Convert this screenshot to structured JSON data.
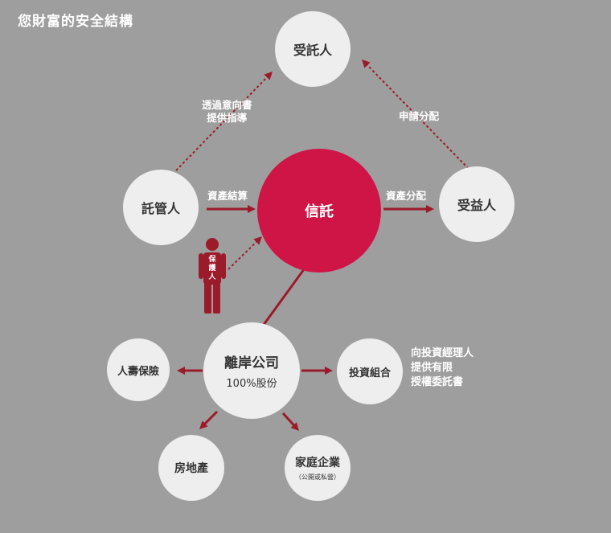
{
  "title": "您財富的安全結構",
  "colors": {
    "background": "#9e9e9e",
    "node_light": "#eeeeee",
    "trust": "#cf1545",
    "arrow": "#9b1b2a"
  },
  "nodes": {
    "trustee": "受託人",
    "settlor": "託管人",
    "trust": "信託",
    "beneficiary": "受益人",
    "protector": [
      "保",
      "護",
      "人"
    ],
    "offshore": {
      "label": "離岸公司",
      "sub": "100%股份"
    },
    "insurance": "人壽保險",
    "portfolio": "投資組合",
    "property": "房地產",
    "family": {
      "label": "家庭企業",
      "sub": "（公開或私營）"
    }
  },
  "edges": {
    "intent": [
      "透過意向書",
      "提供指導"
    ],
    "apply": "申請分配",
    "struct": "資產結算",
    "dist": "資產分配"
  },
  "side_note": [
    "向投資經理人",
    "提供有限",
    "授權委託書"
  ]
}
